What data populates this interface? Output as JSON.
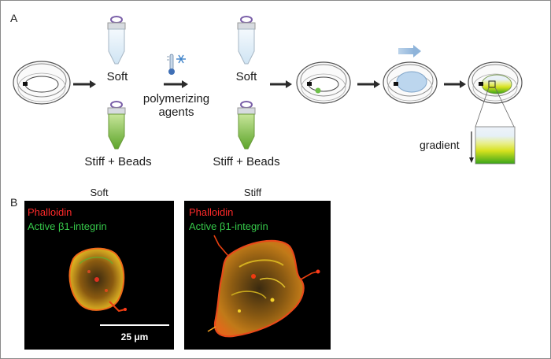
{
  "panel_a": {
    "letter": "A",
    "tube_soft_1": "Soft",
    "tube_stiff_1": "Stiff + Beads",
    "agent_line1": "polymerizing",
    "agent_line2": "agents",
    "tube_soft_2": "Soft",
    "tube_stiff_2": "Stiff + Beads",
    "gradient_label": "gradient",
    "icons": [
      "petri-dish-icon",
      "tube-icon",
      "thermometer-icon",
      "snowflake-icon",
      "arrow-icon",
      "gradient-box"
    ],
    "colors": {
      "soft_tube": "#dcecf6",
      "stiff_tube": "#7dbb3c",
      "cap": "#7a5fa8",
      "gradient_top": "#eaf1f9",
      "gradient_bottom": "#4caf20",
      "arrow": "#2b2b2b"
    }
  },
  "panel_b": {
    "letter": "B",
    "soft_title": "Soft",
    "stiff_title": "Stiff",
    "legend_red": "Phalloidin",
    "legend_green_prefix": "Active ",
    "legend_green_symbol": "β1",
    "legend_green_suffix": "-integrin",
    "scale_bar": "25 μm",
    "colors": {
      "red": "#ff2a2a",
      "green": "#36c84a",
      "bg": "#000000"
    }
  }
}
